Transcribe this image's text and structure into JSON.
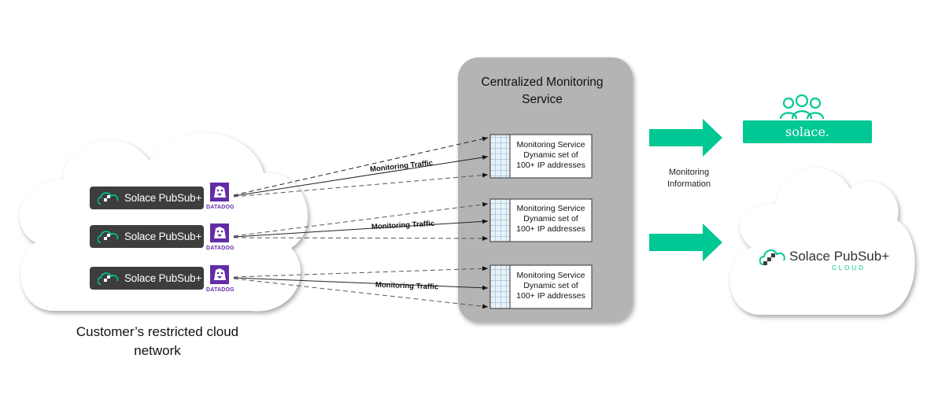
{
  "customer_cloud": {
    "caption_line1": "Customer’s restricted cloud",
    "caption_line2": "network"
  },
  "brokers": [
    {
      "label": "Solace PubSub+",
      "agent": "DATADOG"
    },
    {
      "label": "Solace PubSub+",
      "agent": "DATADOG"
    },
    {
      "label": "Solace PubSub+",
      "agent": "DATADOG"
    }
  ],
  "monitoring_hub": {
    "title_line1": "Centralized Monitoring",
    "title_line2": "Service",
    "servers": [
      {
        "line1": "Monitoring Service",
        "line2": "Dynamic set of",
        "line3": "100+ IP addresses"
      },
      {
        "line1": "Monitoring Service",
        "line2": "Dynamic set of",
        "line3": "100+ IP addresses"
      },
      {
        "line1": "Monitoring Service",
        "line2": "Dynamic set of",
        "line3": "100+ IP addresses"
      }
    ]
  },
  "traffic_labels": [
    "Monitoring Traffic",
    "Monitoring Traffic",
    "Monitoring Traffic"
  ],
  "monitoring_info": {
    "line1": "Monitoring",
    "line2": "Information"
  },
  "solace_portal": {
    "label": "solace."
  },
  "solace_cloud": {
    "brand": "Solace PubSub+",
    "sub": "CLOUD"
  },
  "colors": {
    "accent": "#00c895",
    "hub_gray": "#b4b4b4",
    "broker_dark": "#3d3d3d",
    "datadog": "#632ca6"
  }
}
